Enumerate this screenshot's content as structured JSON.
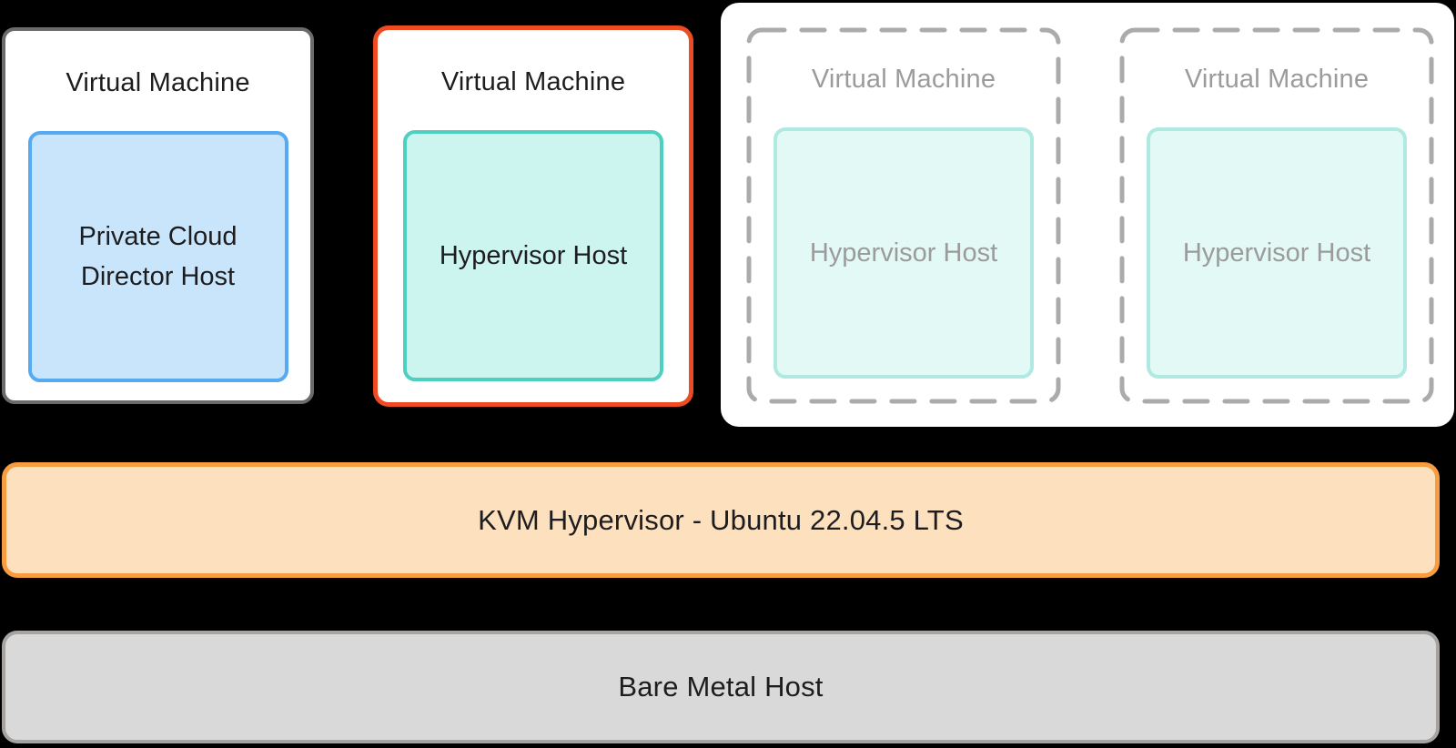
{
  "colors": {
    "canvas-bg": "#000000",
    "box-bg": "#ffffff",
    "solid-border-gray": "#6b6b6b",
    "accent-red": "#ee4b23",
    "blue-fill": "#c9e5fb",
    "blue-border": "#55aaf1",
    "teal-fill": "#cdf5ef",
    "teal-border": "#4ed0c0",
    "teal-fill-faded": "#e3f9f5",
    "teal-border-faded": "#afe9e1",
    "dashed-gray": "#ababab",
    "orange-fill": "#fde1bf",
    "orange-border": "#f89c40",
    "gray-fill": "#d9d9d9",
    "gray-border": "#a6a3a1",
    "text-dark": "#1d1d1f",
    "text-gray": "#9b9b9b"
  },
  "vm_boxes": [
    {
      "title": "Virtual Machine",
      "inner_label": "Private Cloud Director Host",
      "state": "active"
    },
    {
      "title": "Virtual Machine",
      "inner_label": "Hypervisor Host",
      "state": "highlighted"
    },
    {
      "title": "Virtual Machine",
      "inner_label": "Hypervisor Host",
      "state": "planned"
    },
    {
      "title": "Virtual Machine",
      "inner_label": "Hypervisor Host",
      "state": "planned"
    }
  ],
  "layers": {
    "kvm_label": "KVM Hypervisor - Ubuntu 22.04.5 LTS",
    "bare_metal_label": "Bare Metal Host"
  }
}
